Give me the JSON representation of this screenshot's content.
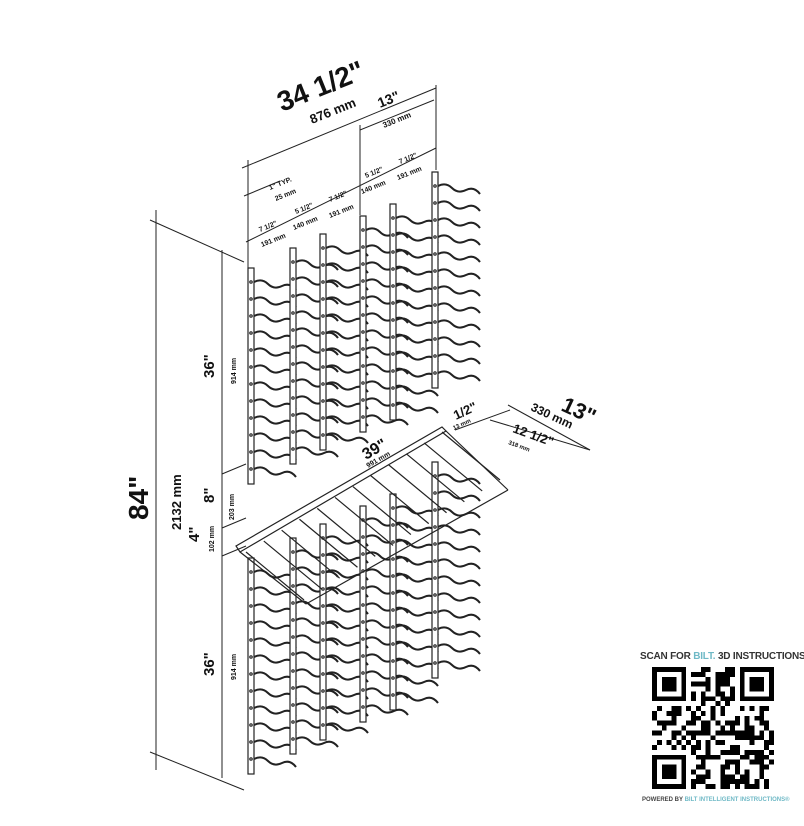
{
  "dimensions": {
    "overall_width": "34 1/2\"",
    "overall_width_mm": "876 mm",
    "right_section": "13\"",
    "right_section_mm": "330 mm",
    "typ_spacing": "1\" TYP.",
    "typ_spacing_mm": "25 mm",
    "spacing_a": "7 1/2\"",
    "spacing_a_mm": "191 mm",
    "spacing_b": "5 1/2\"",
    "spacing_b_mm": "140 mm",
    "overall_height": "84\"",
    "overall_height_mm": "2132 mm",
    "upper_height": "36\"",
    "upper_height_mm": "914 mm",
    "gap_height": "8\"",
    "gap_height_mm": "203 mm",
    "shelf_height": "4\"",
    "shelf_height_mm": "102 mm",
    "lower_height": "36\"",
    "lower_height_mm": "914 mm",
    "shelf_length": "39\"",
    "shelf_length_mm": "991 mm",
    "shelf_offset": "1/2\"",
    "shelf_offset_mm": "13 mm",
    "shelf_depth": "13\"",
    "shelf_depth_mm": "330 mm",
    "shelf_inner_depth": "12 1/2\"",
    "shelf_inner_depth_mm": "318 mm"
  },
  "qr": {
    "title_prefix": "SCAN FOR ",
    "title_brand": "BILT.",
    "title_suffix": " 3D INSTRUCTIONS",
    "footer_prefix": "POWERED BY ",
    "footer_brand": "BILT INTELLIGENT INSTRUCTIONS®"
  },
  "colors": {
    "line": "#222222",
    "brand": "#6fb9c6"
  }
}
